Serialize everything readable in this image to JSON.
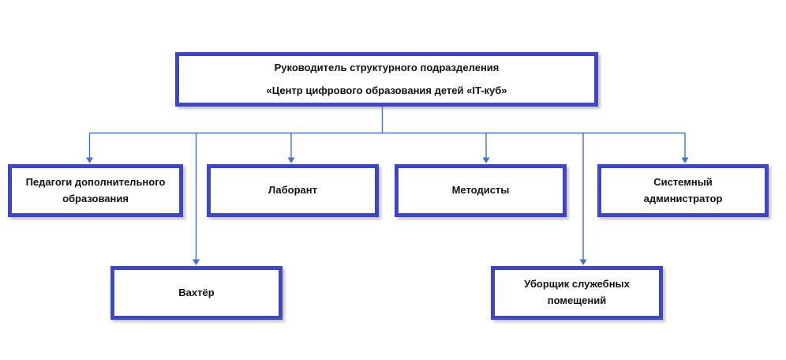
{
  "colors": {
    "box-border": "#3E46C8",
    "connector": "#4472C4",
    "text": "#111111",
    "background": "#FFFFFF"
  },
  "org_chart": {
    "type": "org-chart",
    "root": {
      "line1": "Руководитель структурного подразделения",
      "line2": "«Центр цифрового образования детей «IT-куб»"
    },
    "level2": [
      {
        "label": "Педагоги дополнительного образования"
      },
      {
        "label": "Лаборант"
      },
      {
        "label": "Методисты"
      },
      {
        "label": "Системный администратор"
      }
    ],
    "level3": [
      {
        "label": "Вахтёр"
      },
      {
        "label": "Уборщик служебных помещений"
      }
    ]
  }
}
